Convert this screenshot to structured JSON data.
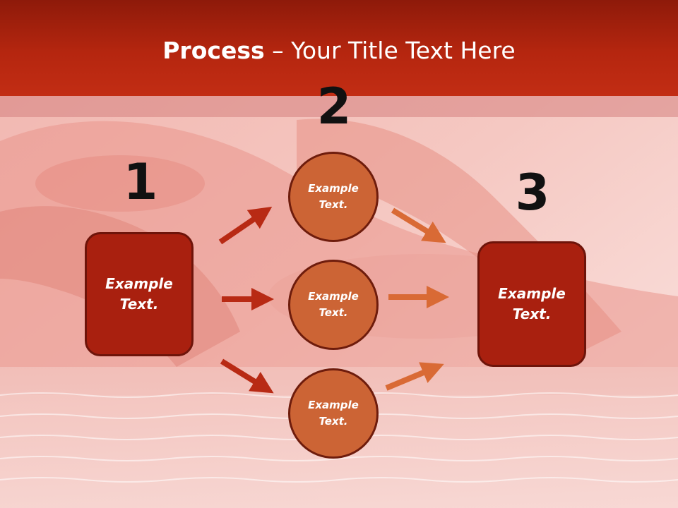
{
  "title": {
    "bold": "Process",
    "rest": " – Your Title Text Here"
  },
  "steps": [
    {
      "number": "1",
      "label": "Example\nText."
    },
    {
      "number": "2",
      "items": [
        {
          "label": "Example\nText."
        },
        {
          "label": "Example\nText."
        },
        {
          "label": "Example\nText."
        }
      ]
    },
    {
      "number": "3",
      "label": "Example\nText."
    }
  ],
  "colors": {
    "title_bar": "#b5260f",
    "box_fill": "#a9200f",
    "circle_fill": "#cc6435",
    "arrow_left": "#b82a14",
    "arrow_right": "#d96a35"
  }
}
